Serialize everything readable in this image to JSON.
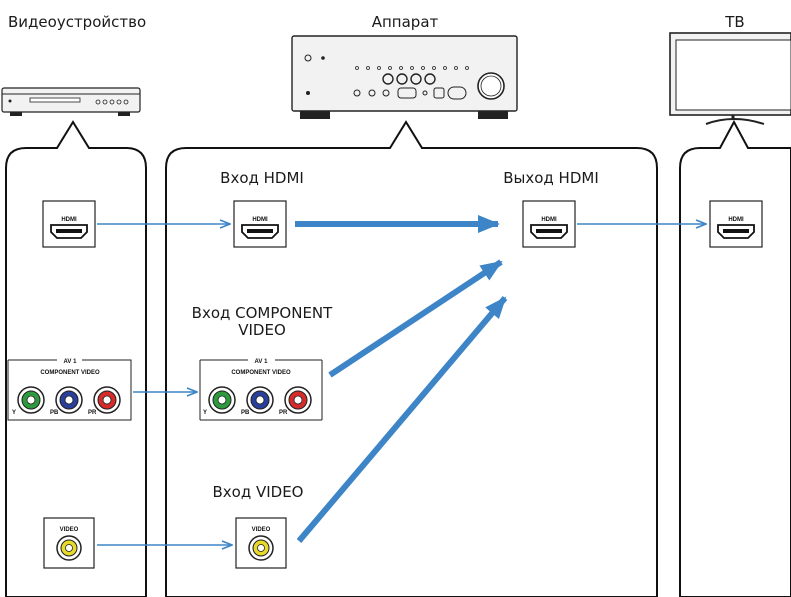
{
  "labels": {
    "video_device": "Видеоустройство",
    "receiver": "Аппарат",
    "tv": "ТВ",
    "hdmi_in": "Вход HDMI",
    "hdmi_out": "Выход HDMI",
    "component_in_line1": "Вход COMPONENT",
    "component_in_line2": "VIDEO",
    "video_in": "Вход VIDEO"
  },
  "ports": {
    "hdmi": "HDMI",
    "av": "AV 1",
    "component_video": "COMPONENT VIDEO",
    "y": "Y",
    "pb": "PB",
    "pr": "PR",
    "video": "VIDEO"
  },
  "colors": {
    "arrow": "#3d85c6",
    "jack_y": "#2e9a3e",
    "jack_pb": "#2a3f9a",
    "jack_pr": "#d42b2b",
    "jack_video": "#e8d92a"
  }
}
